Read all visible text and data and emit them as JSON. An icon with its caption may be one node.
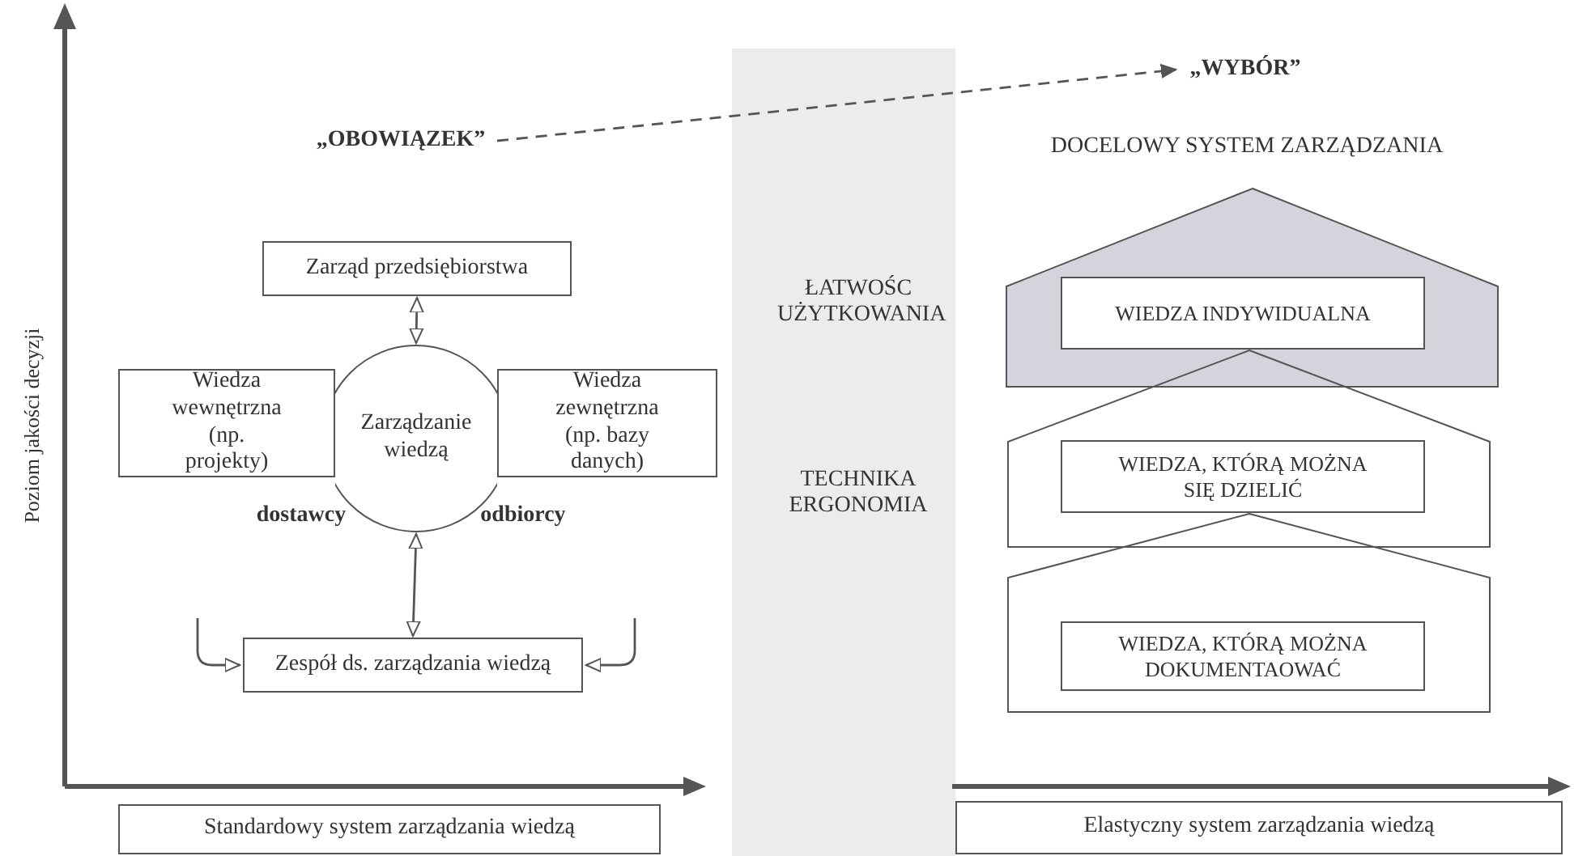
{
  "diagram": {
    "nodes": [
      {
        "text": [
          "„OBOWIĄZEK”"
        ]
      },
      {
        "text": [
          "„WYBÓR”"
        ]
      },
      {
        "text": [
          "Zarząd przedsiębiorstwa"
        ]
      },
      {
        "text": [
          "Zarządzanie wiedzą"
        ]
      },
      {
        "text": [
          "Wiedza wewnętrzna (np. projekty)"
        ]
      },
      {
        "text": [
          "Wiedza zewnętrzna (np. bazy danych)"
        ]
      },
      {
        "text": [
          "Zespół ds. zarządzania wiedzą"
        ]
      },
      {
        "text": [
          "Standardowy system zarządzania wiedzą"
        ]
      },
      {
        "text": [
          "Elastyczny system zarządzania wiedzą"
        ]
      },
      {
        "text": [],
        "shape": "pentagon"
      },
      {
        "text": [
          "WIEDZA INDYWIDUALNA"
        ],
        "in": 9
      },
      {
        "text": [],
        "shape": "pentagon"
      },
      {
        "text": [
          "WIEDZA, KTÓRĄ MOŻNA SIĘ DZIELIĆ"
        ],
        "in": 11
      },
      {
        "text": [],
        "shape": "pentagon"
      },
      {
        "text": [
          "WIEDZA, KTÓRĄ MOŻNA DOKUMENTAOWAĆ"
        ],
        "in": 13
      }
    ],
    "edges": [
      {
        "from": 0,
        "to": 1,
        "arrow": "to",
        "style": "dashed"
      },
      {
        "from": 2,
        "to": 3,
        "arrow": "both"
      },
      {
        "from": 3,
        "to": 6,
        "arrow": "both"
      },
      {
        "from": null,
        "to": 6,
        "arrow": "to"
      },
      {
        "from": null,
        "to": 6,
        "arrow": "to"
      }
    ],
    "labels": [
      "DOCELOWY SYSTEM ZARZĄDZANIA",
      "ŁATWOŚC UŻYTKOWANIA",
      "Poziom jakości decyzji",
      "dostawcy",
      "odbiorcy",
      "TECHNIKA ERGONOMIA"
    ]
  }
}
